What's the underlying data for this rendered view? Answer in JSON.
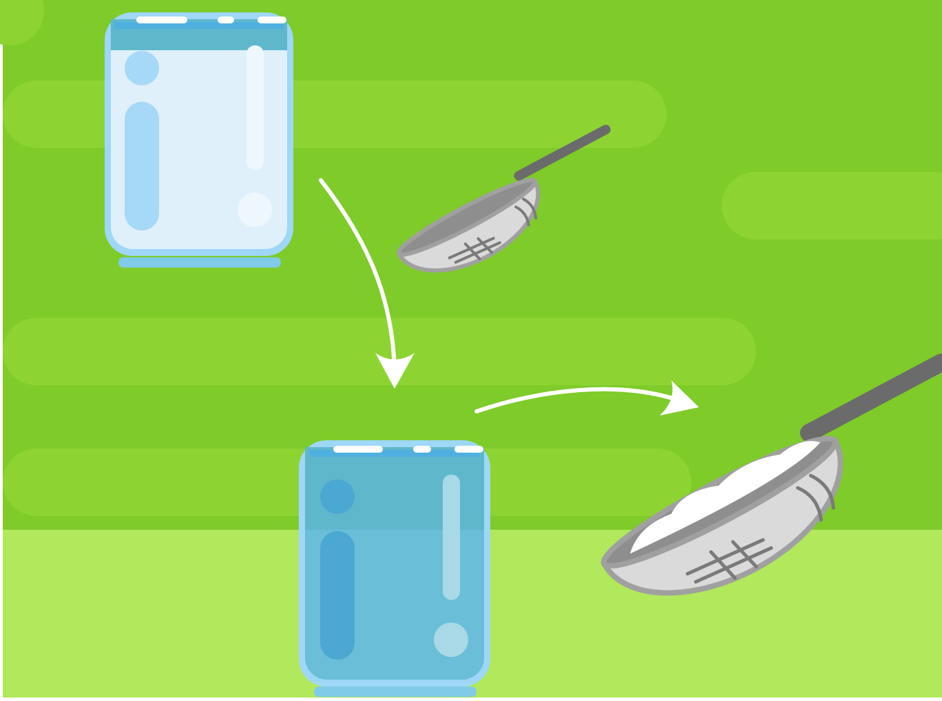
{
  "scene": {
    "description_elements": [
      "glass-full",
      "glass-tinted",
      "strainer-empty",
      "strainer-with-solids",
      "arrow-down",
      "arrow-right"
    ]
  },
  "colors": {
    "background_dark": "#7ECB2A",
    "stripe_light": "#8DD432",
    "floor": "#B1E85C",
    "glass_outline": "#9ED7F8",
    "glass_light_fill": "#DFF0FA",
    "glass_top_band": "#5FB7CC",
    "glass_dark_fill": "#6ABED8",
    "strainer_body": "#DADADA",
    "strainer_rim": "#A0A0A0",
    "strainer_handle": "#6B6B6B",
    "arrow": "#FFFFFF"
  }
}
